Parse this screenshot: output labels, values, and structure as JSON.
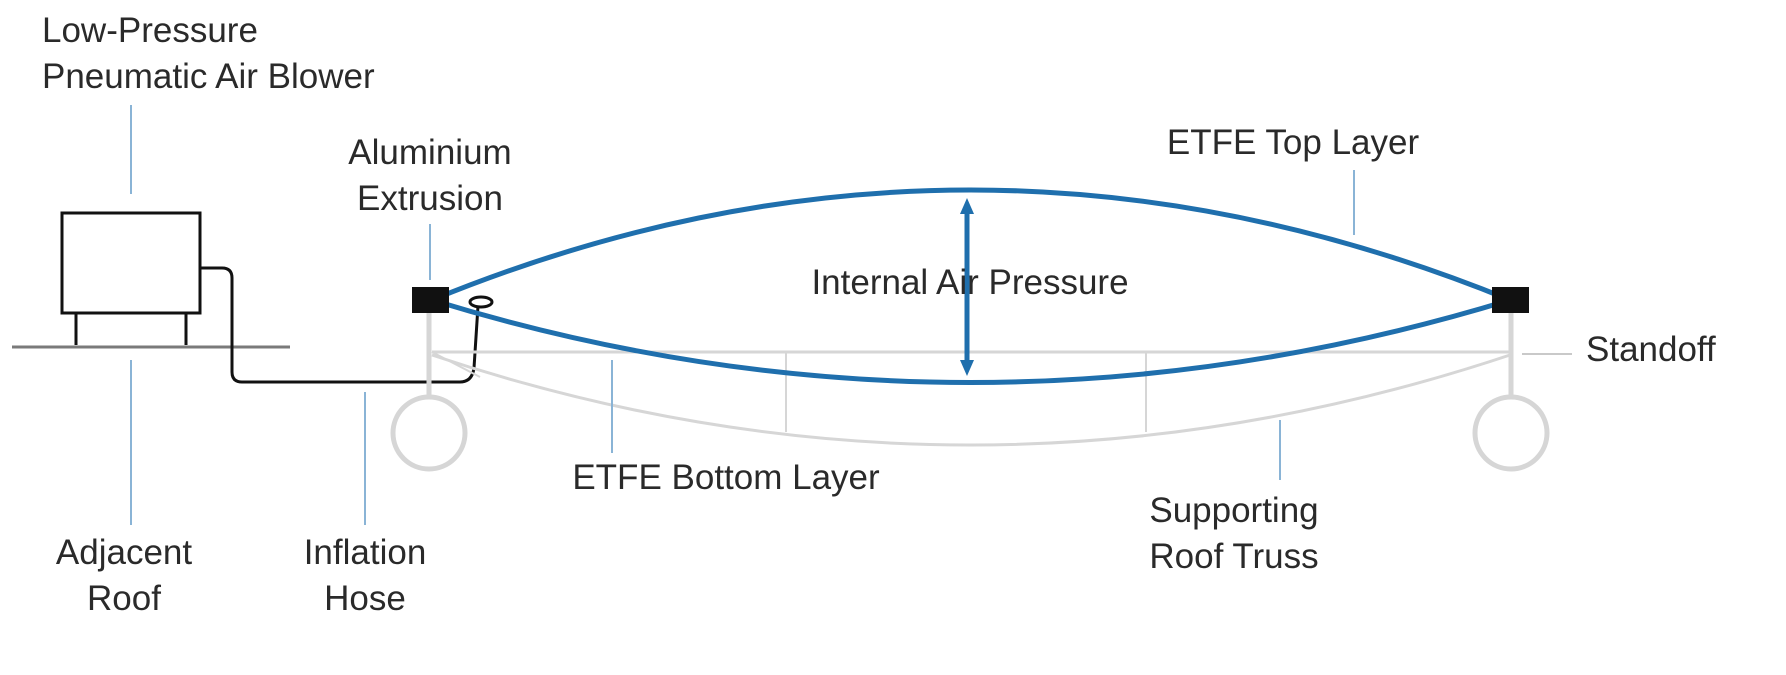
{
  "labels": {
    "blower": [
      "Low-Pressure",
      "Pneumatic Air Blower"
    ],
    "extrusion": [
      "Aluminium",
      "Extrusion"
    ],
    "top_layer": "ETFE Top Layer",
    "internal_pressure": "Internal Air Pressure",
    "standoff": "Standoff",
    "bottom_layer": "ETFE Bottom Layer",
    "truss": [
      "Supporting",
      "Roof Truss"
    ],
    "adjacent_roof": [
      "Adjacent",
      "Roof"
    ],
    "hose": [
      "Inflation",
      "Hose"
    ]
  },
  "colors": {
    "membrane": "#1f6fad",
    "leader": "#8ab4d6",
    "structure": "#d6d6d6",
    "ink": "#111111",
    "text": "#2a2a2a"
  }
}
